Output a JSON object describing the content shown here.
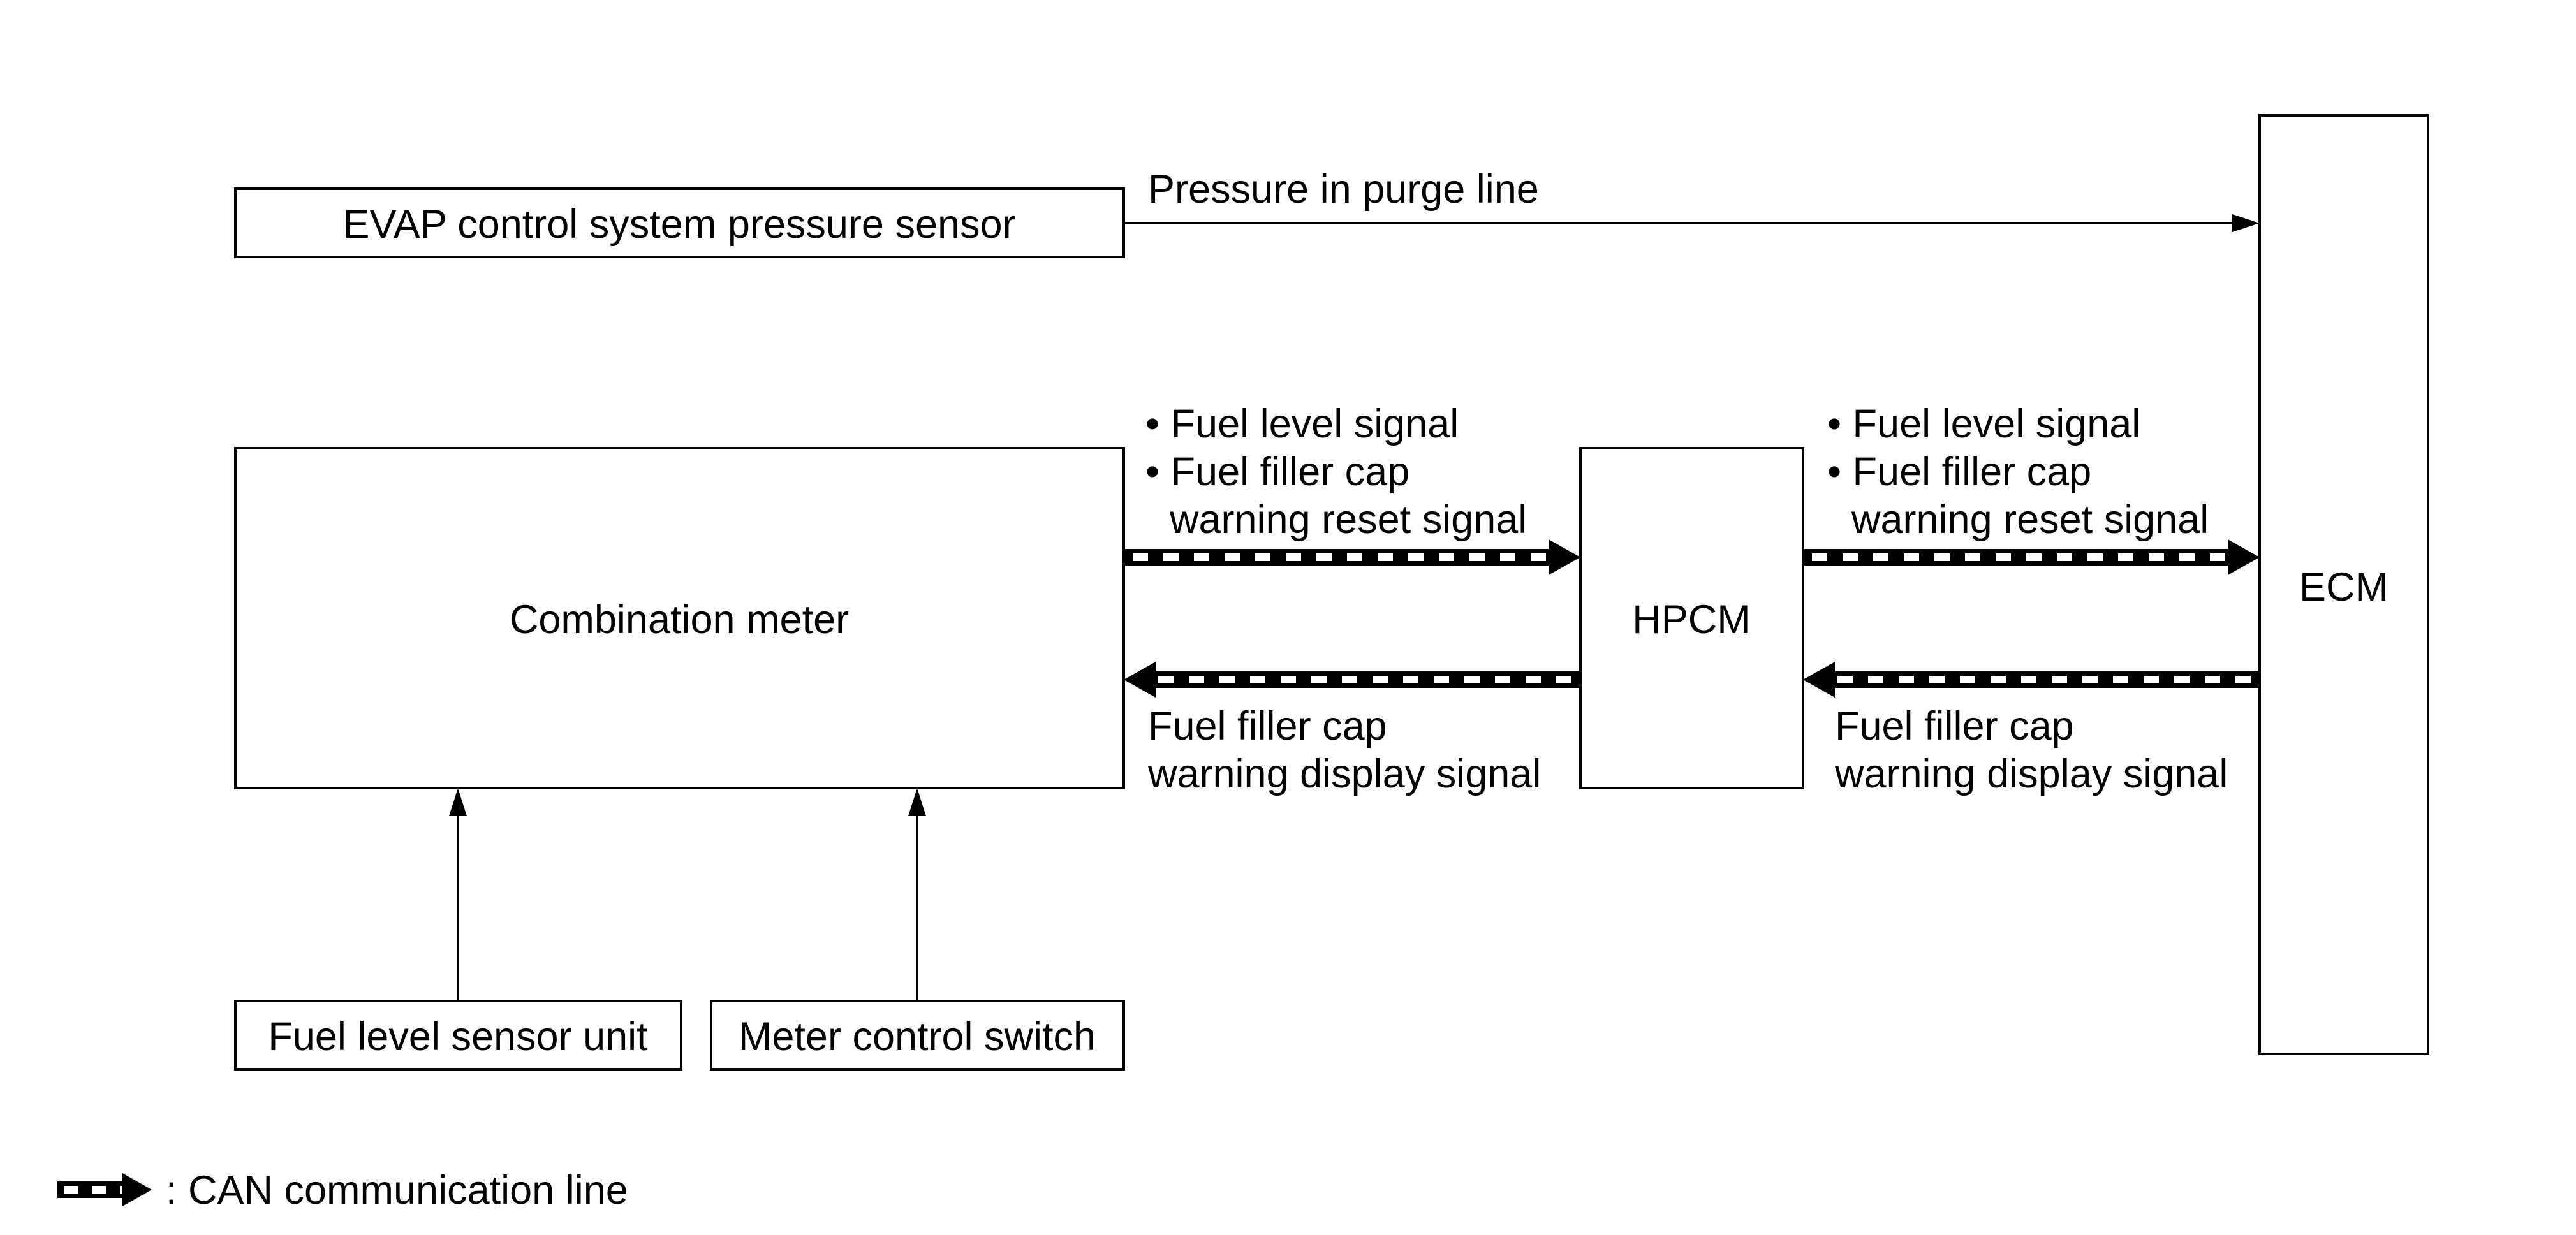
{
  "blocks": {
    "evap_sensor": "EVAP control system pressure sensor",
    "combination_meter": "Combination meter",
    "hpcm": "HPCM",
    "ecm": "ECM",
    "fuel_level_sensor": "Fuel level sensor unit",
    "meter_control_switch": "Meter control switch"
  },
  "signals": {
    "pressure": "Pressure in purge line",
    "meter_to_hpcm": {
      "line1": "• Fuel level signal",
      "line2": "• Fuel filler cap",
      "line3": "warning reset signal"
    },
    "hpcm_to_meter": {
      "line1": "Fuel filler cap",
      "line2": "warning display signal"
    },
    "hpcm_to_ecm": {
      "line1": "• Fuel level signal",
      "line2": "• Fuel filler cap",
      "line3": "warning reset signal"
    },
    "ecm_to_hpcm": {
      "line1": "Fuel filler cap",
      "line2": "warning display signal"
    }
  },
  "legend": {
    "can_label": ": CAN communication line"
  },
  "colors": {
    "line": "#000000",
    "background": "#ffffff",
    "can_dash": "#ffffff"
  }
}
